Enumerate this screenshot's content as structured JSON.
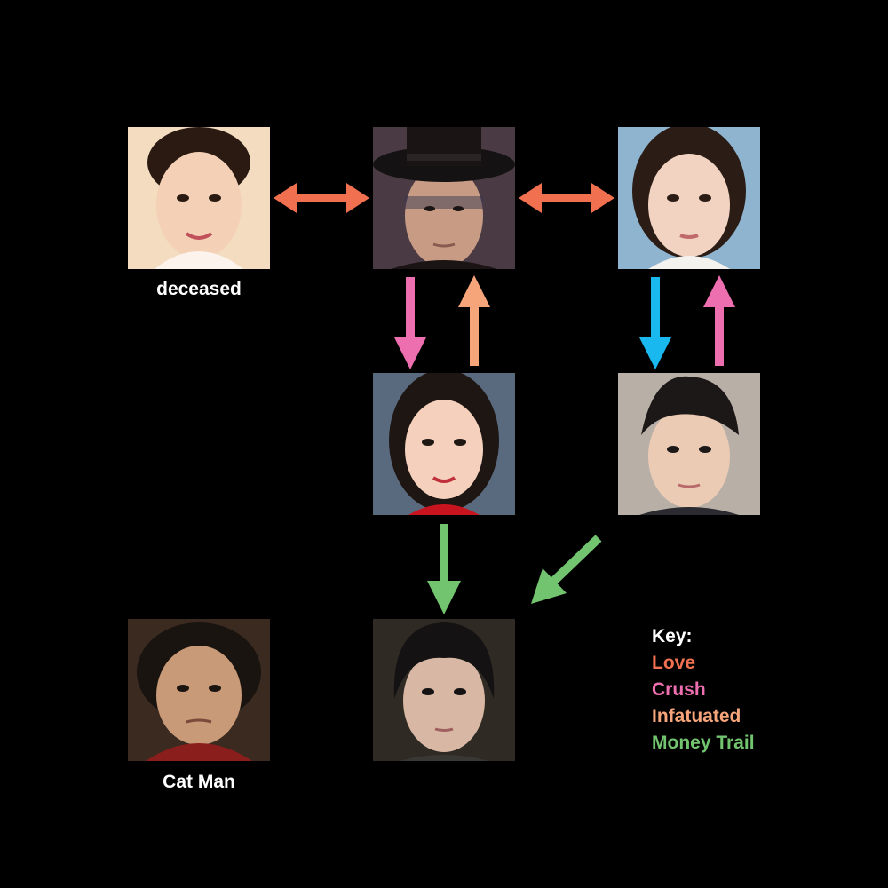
{
  "captions": {
    "deceased": "deceased",
    "cat_man": "Cat Man"
  },
  "key": {
    "title": "Key:",
    "items": [
      {
        "label": "Love",
        "color": "#f0704f"
      },
      {
        "label": "Crush",
        "color": "#ee6fb0"
      },
      {
        "label": "Infatuated",
        "color": "#f6a57a"
      },
      {
        "label": "Money Trail",
        "color": "#72c46f"
      }
    ]
  },
  "colors": {
    "love": "#f0704f",
    "crush": "#ee6fb0",
    "infatuated": "#f6a57a",
    "crush_blue": "#19b8ee",
    "money": "#72c46f"
  },
  "portraits": [
    {
      "id": "woman-top-left",
      "bg": "#f3dcc0",
      "hair": "#2a1a12",
      "skin": "#f4d1b6"
    },
    {
      "id": "man-with-hat",
      "bg": "#4a3a44",
      "hair": "#1a1414",
      "skin": "#c89c84"
    },
    {
      "id": "woman-top-right",
      "bg": "#8fb4cf",
      "hair": "#2b1d16",
      "skin": "#f2d3c1"
    },
    {
      "id": "woman-middle",
      "bg": "#5a6a7e",
      "hair": "#1e1612",
      "skin": "#f4d0bd"
    },
    {
      "id": "man-middle-right",
      "bg": "#b8b0a6",
      "hair": "#1c1818",
      "skin": "#eccbb5"
    },
    {
      "id": "cat-man",
      "bg": "#3a2a20",
      "hair": "#1a1410",
      "skin": "#c99a78"
    },
    {
      "id": "man-bottom",
      "bg": "#2f2a24",
      "hair": "#141212",
      "skin": "#d8b8a4"
    }
  ]
}
